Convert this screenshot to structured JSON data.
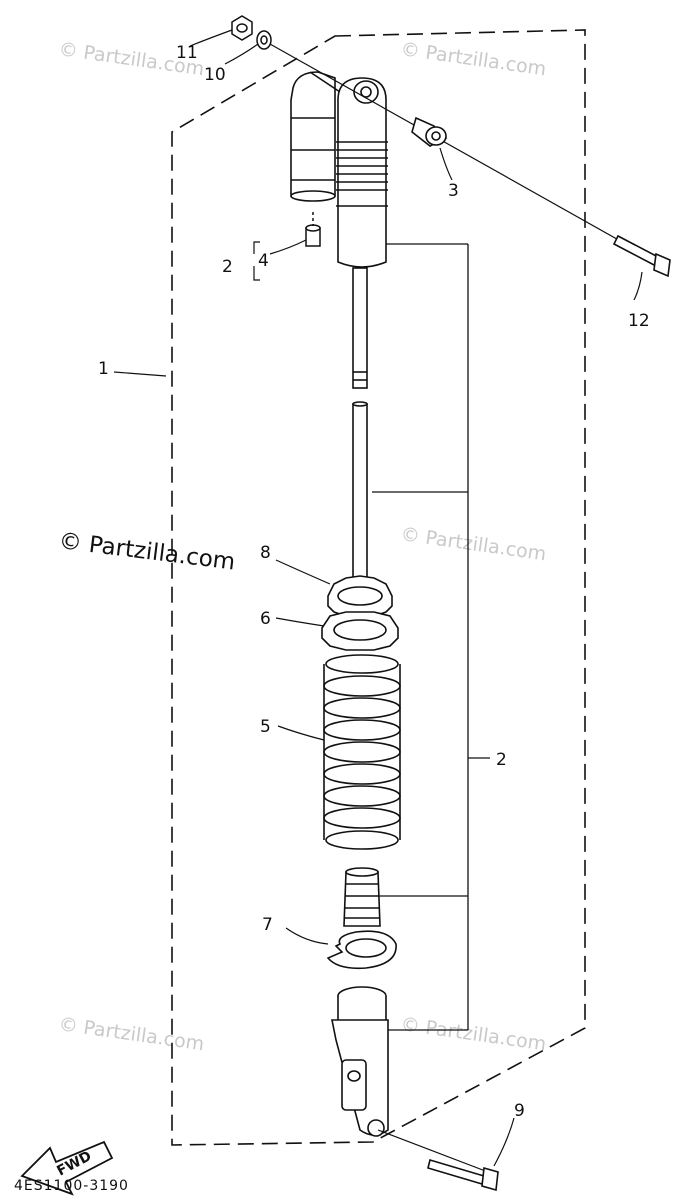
{
  "diagram": {
    "callouts": {
      "c1": "1",
      "c2a": "2",
      "c2b": "2",
      "c3": "3",
      "c4": "4",
      "c5": "5",
      "c6": "6",
      "c7": "7",
      "c8": "8",
      "c9": "9",
      "c10": "10",
      "c11": "11",
      "c12": "12"
    },
    "fwd_label": "FWD",
    "drawing_code": "4ES1100-3190",
    "watermarks": {
      "main": "© Partzilla.com",
      "faint": "© Partzilla.com"
    }
  }
}
